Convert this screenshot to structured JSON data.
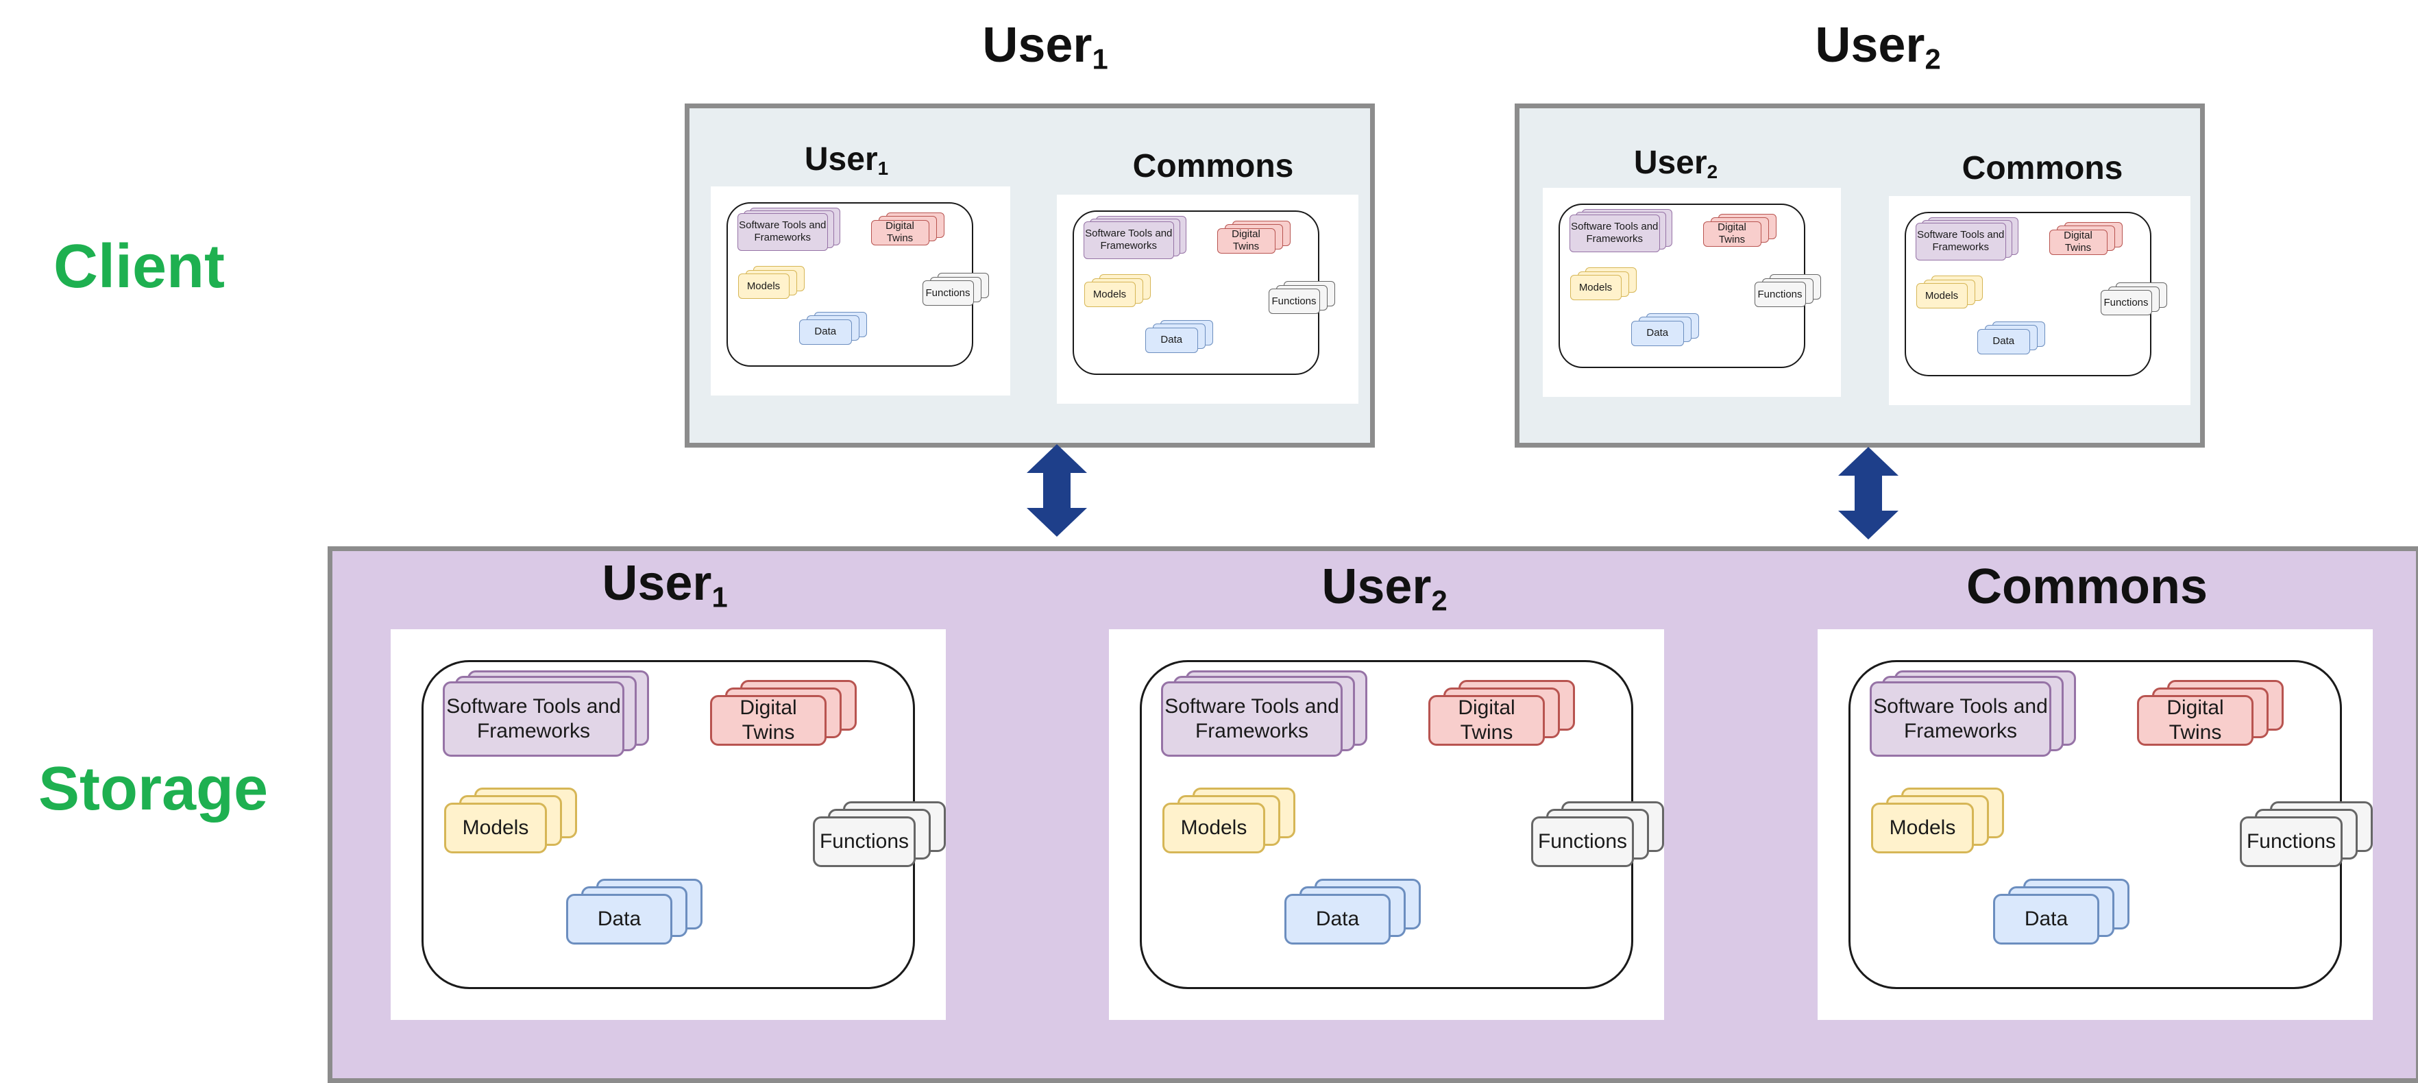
{
  "rows": {
    "client": "Client",
    "storage": "Storage"
  },
  "client": [
    {
      "heading": {
        "base": "User",
        "sub": "1"
      },
      "panels": [
        {
          "heading": {
            "base": "User",
            "sub": "1"
          }
        },
        {
          "heading": {
            "base": "Commons",
            "sub": ""
          }
        }
      ]
    },
    {
      "heading": {
        "base": "User",
        "sub": "2"
      },
      "panels": [
        {
          "heading": {
            "base": "User",
            "sub": "2"
          }
        },
        {
          "heading": {
            "base": "Commons",
            "sub": ""
          }
        }
      ]
    }
  ],
  "storage": [
    {
      "heading": {
        "base": "User",
        "sub": "1"
      }
    },
    {
      "heading": {
        "base": "User",
        "sub": "2"
      }
    },
    {
      "heading": {
        "base": "Commons",
        "sub": ""
      }
    }
  ],
  "resources": {
    "tools": "Software Tools and Frameworks",
    "twins": "Digital Twins",
    "models": "Models",
    "functions": "Functions",
    "data": "Data"
  },
  "colors": {
    "row_label": "#1eb050",
    "client_bg": "#e8eef1",
    "storage_bg": "#dac9e6",
    "arrow": "#1e3f8a",
    "tools": "#e1d5e7",
    "twins": "#f8cecc",
    "models": "#fff2cc",
    "functions": "#f5f5f5",
    "data": "#dae8fc"
  }
}
